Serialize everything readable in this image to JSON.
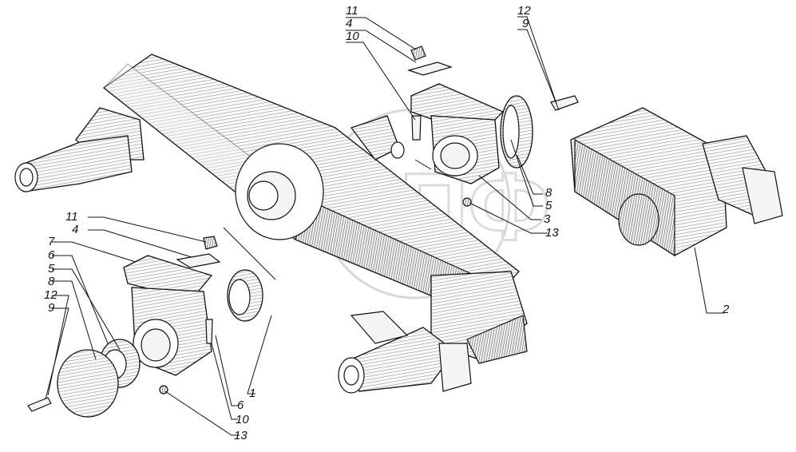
{
  "parts": [
    {
      "id": "n11a",
      "text": "11"
    },
    {
      "id": "n4a",
      "text": "4"
    },
    {
      "id": "n10a",
      "text": "10"
    },
    {
      "id": "n12a",
      "text": "12"
    },
    {
      "id": "n9a",
      "text": "9"
    },
    {
      "id": "n8a",
      "text": "8"
    },
    {
      "id": "n5a",
      "text": "5"
    },
    {
      "id": "n3a",
      "text": "3"
    },
    {
      "id": "n13a",
      "text": "13"
    },
    {
      "id": "n2",
      "text": "2"
    },
    {
      "id": "n11b",
      "text": "11"
    },
    {
      "id": "n4b",
      "text": "4"
    },
    {
      "id": "n7",
      "text": "7"
    },
    {
      "id": "n6b",
      "text": "6"
    },
    {
      "id": "n5b",
      "text": "5"
    },
    {
      "id": "n8b",
      "text": "8"
    },
    {
      "id": "n12b",
      "text": "12"
    },
    {
      "id": "n9b",
      "text": "9"
    },
    {
      "id": "n1",
      "text": "1"
    },
    {
      "id": "n6c",
      "text": "6"
    },
    {
      "id": "n10b",
      "text": "10"
    },
    {
      "id": "n13b",
      "text": "13"
    }
  ],
  "watermark": {
    "text": "ЭПФ",
    "emblem": "circle-logo"
  }
}
